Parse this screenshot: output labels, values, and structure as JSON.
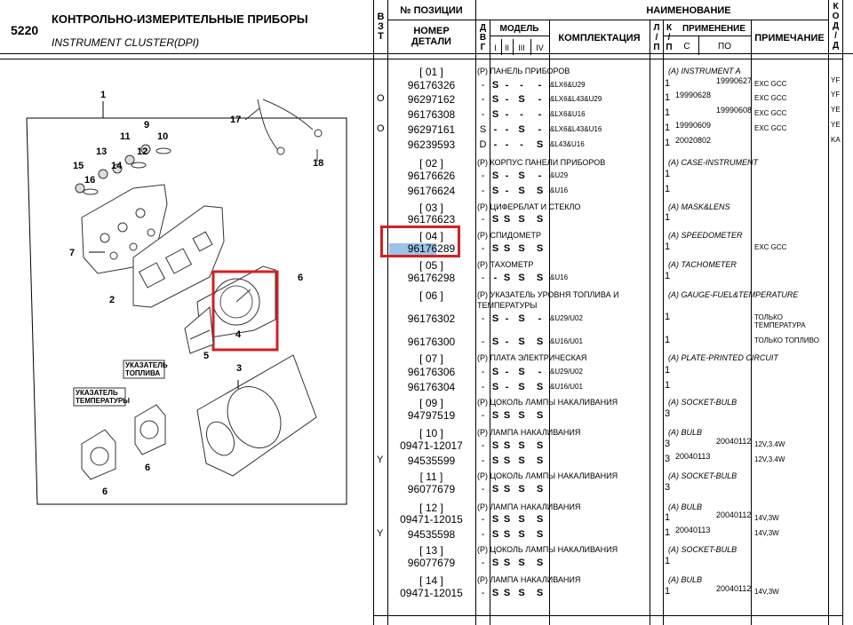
{
  "header": {
    "section": "5220",
    "title_ru": "КОНТРОЛЬНО-ИЗМЕРИТЕЛЬНЫЕ ПРИБОРЫ",
    "title_en": "INSTRUMENT CLUSTER(DPI)",
    "col_bzt": "В\nЗ\nТ",
    "col_pos": "№ ПОЗИЦИИ",
    "col_part": "НОМЕР\nДЕТАЛИ",
    "col_dvg": "Д\nВ\nГ",
    "col_model": "МОДЕЛЬ",
    "model_sub": [
      "I",
      "II",
      "III",
      "IV"
    ],
    "col_name": "НАИМЕНОВАНИЕ",
    "col_compl": "КОМПЛЕКТАЦИЯ",
    "col_lp": "Л\n/\nП",
    "col_kp": "К\n/\nП",
    "col_apply": "ПРИМЕНЕНИЕ",
    "col_from": "С",
    "col_to": "ПО",
    "col_note": "ПРИМЕЧАНИЕ",
    "col_code": "К\nО\nД\n/\nД"
  },
  "diagram": {
    "labels": [
      "1",
      "2",
      "3",
      "4",
      "5",
      "6",
      "6",
      "6",
      "7",
      "9",
      "10",
      "11",
      "12",
      "13",
      "14",
      "15",
      "16",
      "17",
      "18"
    ],
    "callout_fuel": "УКАЗАТЕЛЬ\nТОПЛИВА",
    "callout_temp": "УКАЗАТЕЛЬ\nТЕМПЕРАТУРЫ"
  },
  "rows": [
    {
      "pos": "[ 01 ]",
      "name_ru": "(P) ПАНЕЛЬ ПРИБОРОВ",
      "name_en": "(A) INSTRUMENT A"
    },
    {
      "bzt": "",
      "part": "96176326",
      "dvg": "-",
      "m": [
        "S",
        "-",
        "-",
        "-"
      ],
      "compl": "&LX6&U29",
      "lp": "",
      "kp": "1",
      "from": "",
      "to": "19990627",
      "note": "EXC GCC",
      "code": "YF"
    },
    {
      "bzt": "O",
      "part": "96297162",
      "dvg": "-",
      "m": [
        "S",
        "-",
        "S",
        "-"
      ],
      "compl": "&LX6&L43&U29",
      "lp": "",
      "kp": "1",
      "from": "19990628",
      "to": "",
      "note": "EXC GCC",
      "code": "YF"
    },
    {
      "bzt": "",
      "part": "96176308",
      "dvg": "-",
      "m": [
        "S",
        "-",
        "-",
        "-"
      ],
      "compl": "&LX6&U16",
      "lp": "",
      "kp": "1",
      "from": "",
      "to": "19990608",
      "note": "EXC GCC",
      "code": "YE"
    },
    {
      "bzt": "O",
      "part": "96297161",
      "dvg": "S",
      "m": [
        "-",
        "-",
        "S",
        "-"
      ],
      "compl": "&LX6&L43&U16",
      "lp": "",
      "kp": "1",
      "from": "19990609",
      "to": "",
      "note": "EXC GCC",
      "code": "YE"
    },
    {
      "bzt": "",
      "part": "96239593",
      "dvg": "D",
      "m": [
        "-",
        "-",
        "-",
        "S"
      ],
      "compl": "&L43&U16",
      "lp": "",
      "kp": "1",
      "from": "20020802",
      "to": "",
      "note": "",
      "code": "KA"
    },
    {
      "pos": "[ 02 ]",
      "name_ru": "(P) КОРПУС ПАНЕЛИ ПРИБОРОВ",
      "name_en": "(A) CASE-INSTRUMENT"
    },
    {
      "bzt": "",
      "part": "96176626",
      "dvg": "-",
      "m": [
        "S",
        "-",
        "S",
        "-"
      ],
      "compl": "&U29",
      "lp": "",
      "kp": "1",
      "from": "",
      "to": "",
      "note": "",
      "code": ""
    },
    {
      "bzt": "",
      "part": "96176624",
      "dvg": "-",
      "m": [
        "S",
        "-",
        "S",
        "S"
      ],
      "compl": "&U16",
      "lp": "",
      "kp": "1",
      "from": "",
      "to": "",
      "note": "",
      "code": ""
    },
    {
      "pos": "[ 03 ]",
      "name_ru": "(P) ЦИФЕРБЛАТ И СТЕКЛО",
      "name_en": "(A) MASK&LENS"
    },
    {
      "bzt": "",
      "part": "96176623",
      "dvg": "-",
      "m": [
        "S",
        "S",
        "S",
        "S"
      ],
      "compl": "",
      "lp": "",
      "kp": "1",
      "from": "",
      "to": "",
      "note": "",
      "code": ""
    },
    {
      "pos": "[ 04 ]",
      "name_ru": "(P) СПИДОМЕТР",
      "name_en": "(A) SPEEDOMETER",
      "highlight": true
    },
    {
      "bzt": "",
      "part": "96176289",
      "dvg": "-",
      "m": [
        "S",
        "S",
        "S",
        "S"
      ],
      "compl": "",
      "lp": "",
      "kp": "1",
      "from": "",
      "to": "",
      "note": "EXC GCC",
      "code": "",
      "highlight": true
    },
    {
      "pos": "[ 05 ]",
      "name_ru": "(P) ТАХОМЕТР",
      "name_en": "(A) TACHOMETER"
    },
    {
      "bzt": "",
      "part": "96176298",
      "dvg": "-",
      "m": [
        "-",
        "S",
        "S",
        "S"
      ],
      "compl": "&U16",
      "lp": "",
      "kp": "1",
      "from": "",
      "to": "",
      "note": "",
      "code": ""
    },
    {
      "pos": "[ 06 ]",
      "name_ru": "(P) УКАЗАТЕЛЬ УРОВНЯ ТОПЛИВА И",
      "name_ru2": "ТЕМПЕРАТУРЫ",
      "name_en": "(A) GAUGE-FUEL&TEMPERATURE"
    },
    {
      "bzt": "",
      "part": "96176302",
      "dvg": "-",
      "m": [
        "S",
        "-",
        "S",
        "-"
      ],
      "compl": "&U29/U02",
      "lp": "",
      "kp": "1",
      "from": "",
      "to": "",
      "note": "ТОЛЬКО",
      "note2": "ТЕМПЕРАТУРА",
      "code": ""
    },
    {
      "bzt": "",
      "part": "96176300",
      "dvg": "-",
      "m": [
        "S",
        "-",
        "S",
        "S"
      ],
      "compl": "&U16/U01",
      "lp": "",
      "kp": "1",
      "from": "",
      "to": "",
      "note": "ТОЛЬКО ТОПЛИВО",
      "code": ""
    },
    {
      "pos": "[ 07 ]",
      "name_ru": "(P) ПЛАТА ЭЛЕКТРИЧЕСКАЯ",
      "name_en": "(A) PLATE-PRINTED CIRCUIT"
    },
    {
      "bzt": "",
      "part": "96176306",
      "dvg": "-",
      "m": [
        "S",
        "-",
        "S",
        "-"
      ],
      "compl": "&U29/U02",
      "lp": "",
      "kp": "1",
      "from": "",
      "to": "",
      "note": "",
      "code": ""
    },
    {
      "bzt": "",
      "part": "96176304",
      "dvg": "-",
      "m": [
        "S",
        "-",
        "S",
        "S"
      ],
      "compl": "&U16/U01",
      "lp": "",
      "kp": "1",
      "from": "",
      "to": "",
      "note": "",
      "code": ""
    },
    {
      "pos": "[ 09 ]",
      "name_ru": "(P) ЦОКОЛЬ ЛАМПЫ НАКАЛИВАНИЯ",
      "name_en": "(A) SOCKET-BULB"
    },
    {
      "bzt": "",
      "part": "94797519",
      "dvg": "-",
      "m": [
        "S",
        "S",
        "S",
        "S"
      ],
      "compl": "",
      "lp": "",
      "kp": "3",
      "from": "",
      "to": "",
      "note": "",
      "code": ""
    },
    {
      "pos": "[ 10 ]",
      "name_ru": "(P) ЛАМПА НАКАЛИВАНИЯ",
      "name_en": "(A) BULB"
    },
    {
      "bzt": "",
      "part": "09471-12017",
      "dvg": "-",
      "m": [
        "S",
        "S",
        "S",
        "S"
      ],
      "compl": "",
      "lp": "",
      "kp": "3",
      "from": "",
      "to": "20040112",
      "note": "12V,3.4W",
      "code": ""
    },
    {
      "bzt": "Y",
      "part": "94535599",
      "dvg": "-",
      "m": [
        "S",
        "S",
        "S",
        "S"
      ],
      "compl": "",
      "lp": "",
      "kp": "3",
      "from": "20040113",
      "to": "",
      "note": "12V,3.4W",
      "code": ""
    },
    {
      "pos": "[ 11 ]",
      "name_ru": "(P) ЦОКОЛЬ ЛАМПЫ НАКАЛИВАНИЯ",
      "name_en": "(A) SOCKET-BULB"
    },
    {
      "bzt": "",
      "part": "96077679",
      "dvg": "-",
      "m": [
        "S",
        "S",
        "S",
        "S"
      ],
      "compl": "",
      "lp": "",
      "kp": "3",
      "from": "",
      "to": "",
      "note": "",
      "code": ""
    },
    {
      "pos": "[ 12 ]",
      "name_ru": "(P) ЛАМПА НАКАЛИВАНИЯ",
      "name_en": "(A) BULB"
    },
    {
      "bzt": "",
      "part": "09471-12015",
      "dvg": "-",
      "m": [
        "S",
        "S",
        "S",
        "S"
      ],
      "compl": "",
      "lp": "",
      "kp": "1",
      "from": "",
      "to": "20040112",
      "note": "14V,3W",
      "code": ""
    },
    {
      "bzt": "Y",
      "part": "94535598",
      "dvg": "-",
      "m": [
        "S",
        "S",
        "S",
        "S"
      ],
      "compl": "",
      "lp": "",
      "kp": "1",
      "from": "20040113",
      "to": "",
      "note": "14V,3W",
      "code": ""
    },
    {
      "pos": "[ 13 ]",
      "name_ru": "(P) ЦОКОЛЬ ЛАМПЫ НАКАЛИВАНИЯ",
      "name_en": "(A) SOCKET-BULB"
    },
    {
      "bzt": "",
      "part": "96077679",
      "dvg": "-",
      "m": [
        "S",
        "S",
        "S",
        "S"
      ],
      "compl": "",
      "lp": "",
      "kp": "1",
      "from": "",
      "to": "",
      "note": "",
      "code": ""
    },
    {
      "pos": "[ 14 ]",
      "name_ru": "(P) ЛАМПА НАКАЛИВАНИЯ",
      "name_en": "(A) BULB"
    },
    {
      "bzt": "",
      "part": "09471-12015",
      "dvg": "-",
      "m": [
        "S",
        "S",
        "S",
        "S"
      ],
      "compl": "",
      "lp": "",
      "kp": "1",
      "from": "",
      "to": "20040112",
      "note": "14V,3W",
      "code": ""
    }
  ],
  "colors": {
    "highlight_box": "#d32020",
    "highlight_fill": "#9cc3e8"
  }
}
